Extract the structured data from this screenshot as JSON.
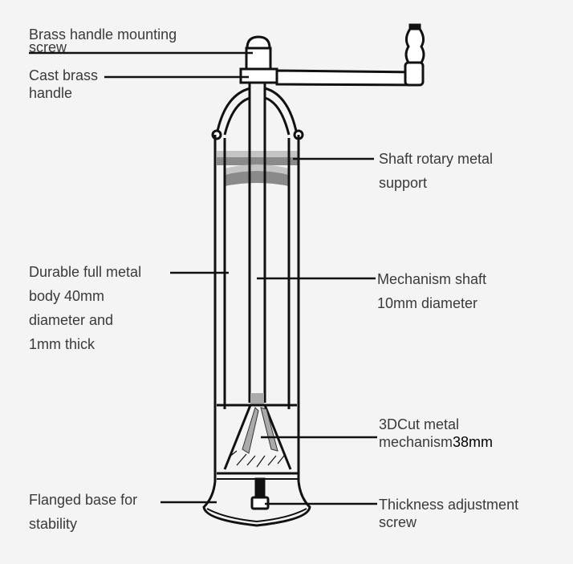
{
  "labels": {
    "mounting_screw": [
      "Brass handle mounting",
      "screw"
    ],
    "cast_handle": [
      "Cast brass",
      "handle"
    ],
    "rotary_support": [
      "Shaft rotary metal",
      "support"
    ],
    "body": [
      "Durable full metal",
      "body 40mm",
      "diameter and",
      "1mm thick"
    ],
    "shaft": [
      "Mechanism shaft",
      "10mm diameter"
    ],
    "mechanism": [
      "3DCut metal",
      "mechanism"
    ],
    "mechanism_size": "38mm",
    "base": [
      "Flanged base for",
      "stability"
    ],
    "adjust_screw": [
      "Thickness adjustment",
      "screw"
    ]
  },
  "colors": {
    "line": "#111111",
    "band_dark": "#8a8a8a",
    "band_light": "#c4c4c4",
    "background": "#f4f4f4"
  }
}
